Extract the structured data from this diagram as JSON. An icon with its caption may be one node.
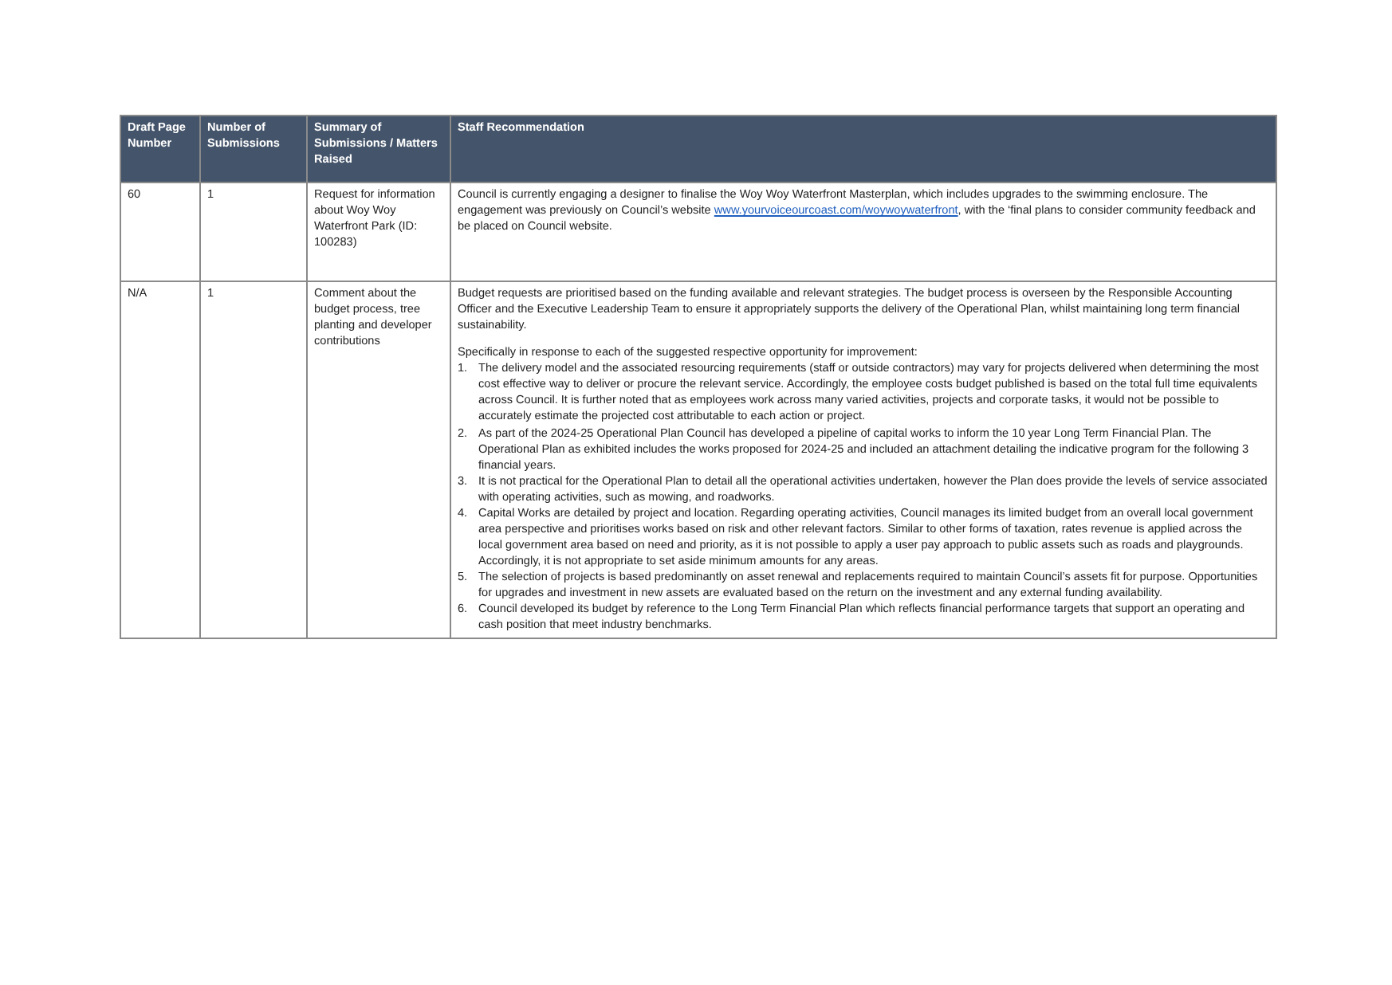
{
  "diagram": {
    "labels": [
      "Draft Page Number",
      "Number of Submissions",
      "Summary of Submissions / Matters Raised",
      "Staff Recommendation",
      "60",
      "1",
      "Request for information about Woy Woy Waterfront Park (ID: 100283)",
      "Council is currently engaging a designer to finalise the Woy Woy Waterfront Masterplan, which includes upgrades to the swimming enclosure. The engagement was previously on Council’s website",
      "www.yourvoiceourcoast.com/woywoywaterfront",
      ", with the ‘final plans to consider community feedback and be placed on Council website.",
      "N/A",
      "1",
      "Comment about the budget process, tree planting and developer contributions",
      "Budget requests are prioritised based on the funding available and relevant strategies. The budget process is overseen by the Responsible Accounting Officer and the Executive Leadership Team to ensure it appropriately supports the delivery of the Operational Plan, whilst maintaining long term financial sustainability.",
      "Specifically in response to each of the suggested respective opportunity for improvement:",
      "1.",
      "The delivery model and the associated resourcing requirements (staff or outside contractors) may vary for projects delivered when determining the most cost effective way to deliver or procure the relevant service. Accordingly, the employee costs budget published is based on the total full time equivalents across Council. It is further noted that as employees work across many varied activities, projects and corporate tasks, it would not be possible to accurately estimate the projected cost attributable to each action or project.",
      "2.",
      "As part of the 2024-25 Operational Plan Council has developed a pipeline of capital works to inform the 10 year Long Term Financial Plan. The Operational Plan as exhibited includes the works proposed for 2024-25 and included an attachment detailing the indicative program for the following 3 financial years.",
      "3.",
      "It is not practical for the Operational Plan to detail all the operational activities undertaken, however the Plan does provide the levels of service associated with operating activities, such as mowing, and roadworks.",
      "4.",
      "Capital Works are detailed by project and location. Regarding operating activities, Council manages its limited budget from an overall local government area perspective and prioritises works based on risk and other relevant factors. Similar to other forms of taxation, rates revenue is applied across the local government area based on need and priority, as it is not possible to apply a user pay approach to public assets such as roads and playgrounds. Accordingly, it is not appropriate to set aside minimum amounts for any areas.",
      "5.",
      "The selection of projects is based predominantly on asset renewal and replacements required to maintain Council’s assets fit for purpose. Opportunities for upgrades and investment in new assets are evaluated based on the return on the investment and any external funding availability.",
      "6.",
      "Council developed its budget by reference to the Long Term Financial Plan which reflects financial performance targets that support an operating and cash position that meet industry benchmarks."
    ]
  }
}
